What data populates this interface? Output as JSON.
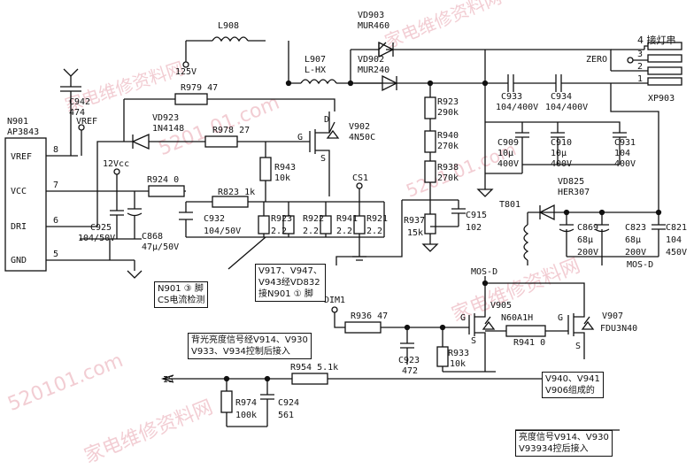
{
  "labels": {
    "l908": "L908",
    "v125": "125V",
    "l907": "L907",
    "lhx": "L-HX",
    "vd903": "VD903",
    "mur460": "MUR460",
    "vd902": "VD902",
    "mur240": "MUR240",
    "c942": "C942",
    "c942v": "474",
    "vref_top": "VREF",
    "n901": "N901",
    "ap3843": "AP3843",
    "r979": "R979 47",
    "vd923": "VD923",
    "in4148": "1N4148",
    "r978": "R978 27",
    "d": "D",
    "g": "G",
    "s": "S",
    "v902": "V902",
    "v902t": "4N50C",
    "r943": "R943",
    "r943v": "10k",
    "v12": "12Vcc",
    "r924": "R924 0",
    "r823": "R823 1k",
    "cs1": "CS1",
    "c932": "C932",
    "c932v": "104/50V",
    "r923b": "R923",
    "r922": "R922",
    "r941": "R941",
    "r921": "R921",
    "v22": "2.2",
    "c925": "C925",
    "c925v": "104/50V",
    "c868": "C868",
    "c868v": "47μ/50V",
    "pin_vref": "VREF",
    "pin_vcc": "VCC",
    "pin_dri": "DRI",
    "pin_gnd": "GND",
    "pin8": "8",
    "pin7": "7",
    "pin6": "6",
    "pin5": "5",
    "r923": "R923",
    "r923v": "290k",
    "r940": "R940",
    "r940v": "270k",
    "r938": "R938",
    "r938v": "270k",
    "r937": "R937",
    "r937v": "15k",
    "c915": "C915",
    "c915v": "102",
    "c933": "C933",
    "c933v": "104/400V",
    "c934": "C934",
    "c934v": "104/400V",
    "zero": "ZERO",
    "xp903": "XP903",
    "con_title": "4 接灯串",
    "n3": "3",
    "n2": "2",
    "n1": "1",
    "c909": "C909",
    "c909a": "10μ",
    "c909b": "400V",
    "c910": "C910",
    "c910a": "10μ",
    "c910b": "400V",
    "c931": "C931",
    "c931a": "104",
    "c931b": "400V",
    "vd825": "VD825",
    "her307": "HER307",
    "t801": "T801",
    "c869": "C869",
    "c869a": "68μ",
    "c869b": "200V",
    "c823": "C823",
    "c823a": "68μ",
    "c823b": "200V",
    "c821": "C821",
    "c821a": "104",
    "c821b": "450V",
    "mosd_top": "MOS-D",
    "mosd_bot": "MOS-D",
    "v905": "V905",
    "n60": "N60A1H",
    "v907": "V907",
    "fdu": "FDU3N40",
    "r9410": "R941 0",
    "dim1": "DIM1",
    "r936": "R936 47",
    "c923": "C923",
    "c923v": "472",
    "r933": "R933",
    "r933v": "10k",
    "is": "IS",
    "r954": "R954 5.1k",
    "r974": "R974",
    "r974v": "100k",
    "c924": "C924",
    "c924v": "561"
  },
  "notes": {
    "n901_cs": "N901 ③ 脚\nCS电流检测",
    "v917": "V917、V947、\nV943经VD832\n接N901 ① 脚",
    "backlight": "背光亮度信号经V914、V930\nV933、V934控制后接入",
    "v940": "V940、V941\nV906组成的",
    "bright": "亮度信号V914、V930\nV93934控后接入"
  },
  "watermarks": {
    "w1": "家电维修资料网",
    "w2": "家电维修资料网",
    "w3": "5201 01.com",
    "w4": "家电维修资料网",
    "w5": "5201 01.com",
    "w6": "家电维修资料网",
    "w7": "520101.com"
  }
}
